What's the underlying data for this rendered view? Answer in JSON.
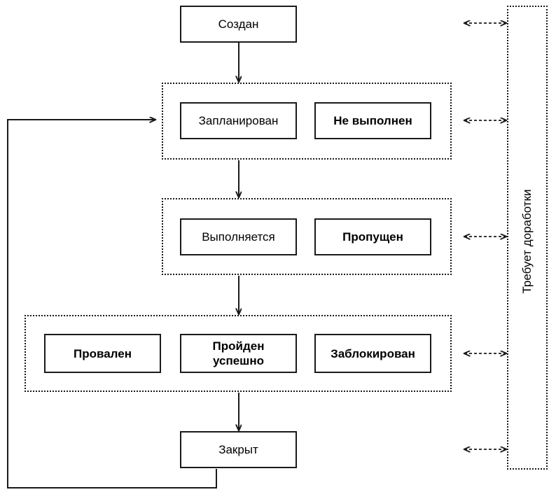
{
  "diagram": {
    "type": "state-flow",
    "language": "ru",
    "title_text": "",
    "colors": {
      "stroke": "#1a1a1a",
      "background": "#ffffff",
      "text": "#000000"
    },
    "nodes": {
      "created": {
        "label": "Создан",
        "bold": false
      },
      "planned": {
        "label": "Запланирован",
        "bold": false
      },
      "not_executed": {
        "label": "Не выполнен",
        "bold": true
      },
      "in_progress": {
        "label": "Выполняется",
        "bold": false
      },
      "skipped": {
        "label": "Пропущен",
        "bold": true
      },
      "failed": {
        "label": "Провален",
        "bold": true
      },
      "passed": {
        "label": "Пройден\nуспешно",
        "bold": true
      },
      "blocked": {
        "label": "Заблокирован",
        "bold": true
      },
      "closed": {
        "label": "Закрыт",
        "bold": false
      }
    },
    "rework": {
      "label": "Требует доработки",
      "orientation": "vertical-bottom-to-top",
      "border_style": "dotted"
    },
    "groups": [
      {
        "name": "group-planned",
        "members": [
          "planned",
          "not_executed"
        ]
      },
      {
        "name": "group-in-progress",
        "members": [
          "in_progress",
          "skipped"
        ]
      },
      {
        "name": "group-results",
        "members": [
          "failed",
          "passed",
          "blocked"
        ]
      }
    ],
    "edges": [
      {
        "name": "created-to-planned-group",
        "style": "solid",
        "arrow": "single"
      },
      {
        "name": "planned-group-to-progress-group",
        "style": "solid",
        "arrow": "single"
      },
      {
        "name": "progress-group-to-results-group",
        "style": "solid",
        "arrow": "single"
      },
      {
        "name": "results-group-to-closed",
        "style": "solid",
        "arrow": "single"
      },
      {
        "name": "closed-loopback-to-planned-group",
        "style": "solid",
        "arrow": "single"
      },
      {
        "name": "rework-link-created",
        "style": "dashed",
        "arrow": "double"
      },
      {
        "name": "rework-link-planned-group",
        "style": "dashed",
        "arrow": "double"
      },
      {
        "name": "rework-link-progress-group",
        "style": "dashed",
        "arrow": "double"
      },
      {
        "name": "rework-link-results-group",
        "style": "dashed",
        "arrow": "double"
      },
      {
        "name": "rework-link-closed",
        "style": "dashed",
        "arrow": "double"
      }
    ]
  }
}
